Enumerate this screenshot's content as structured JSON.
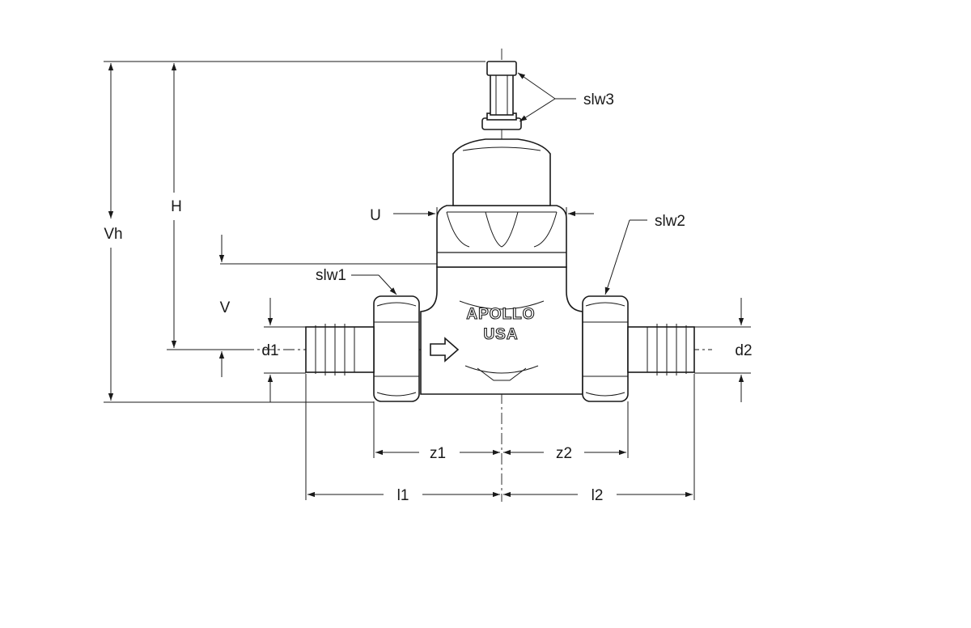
{
  "labels": {
    "vh": "Vh",
    "h": "H",
    "v": "V",
    "u": "U",
    "d1": "d1",
    "d2": "d2",
    "slw1": "slw1",
    "slw2": "slw2",
    "slw3": "slw3",
    "z1": "z1",
    "z2": "z2",
    "l1": "l1",
    "l2": "l2"
  },
  "branding": {
    "line1": "APOLLO",
    "line2": "USA"
  }
}
